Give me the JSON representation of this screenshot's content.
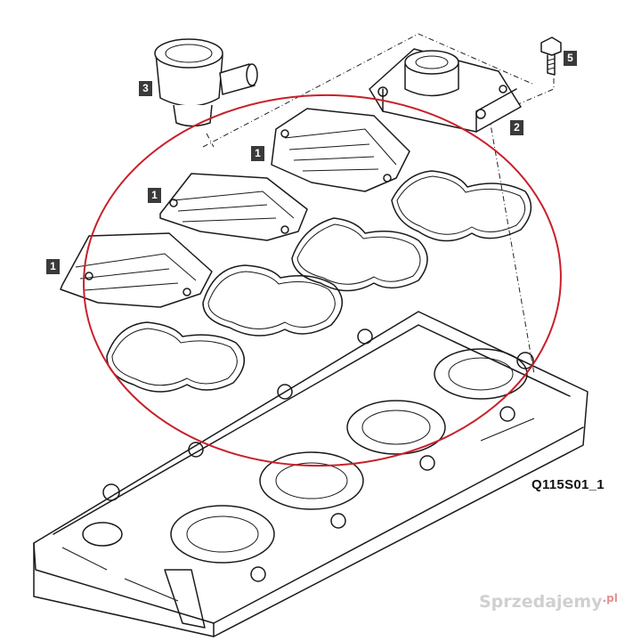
{
  "figure_reference": "Q115S01_1",
  "callouts": [
    {
      "number": "1"
    },
    {
      "number": "1"
    },
    {
      "number": "1"
    },
    {
      "number": "2"
    },
    {
      "number": "3"
    },
    {
      "number": "5"
    }
  ],
  "highlight_color": "#c8202a",
  "watermark": {
    "brand": "Sprzedajemy",
    "suffix": ".pl"
  }
}
